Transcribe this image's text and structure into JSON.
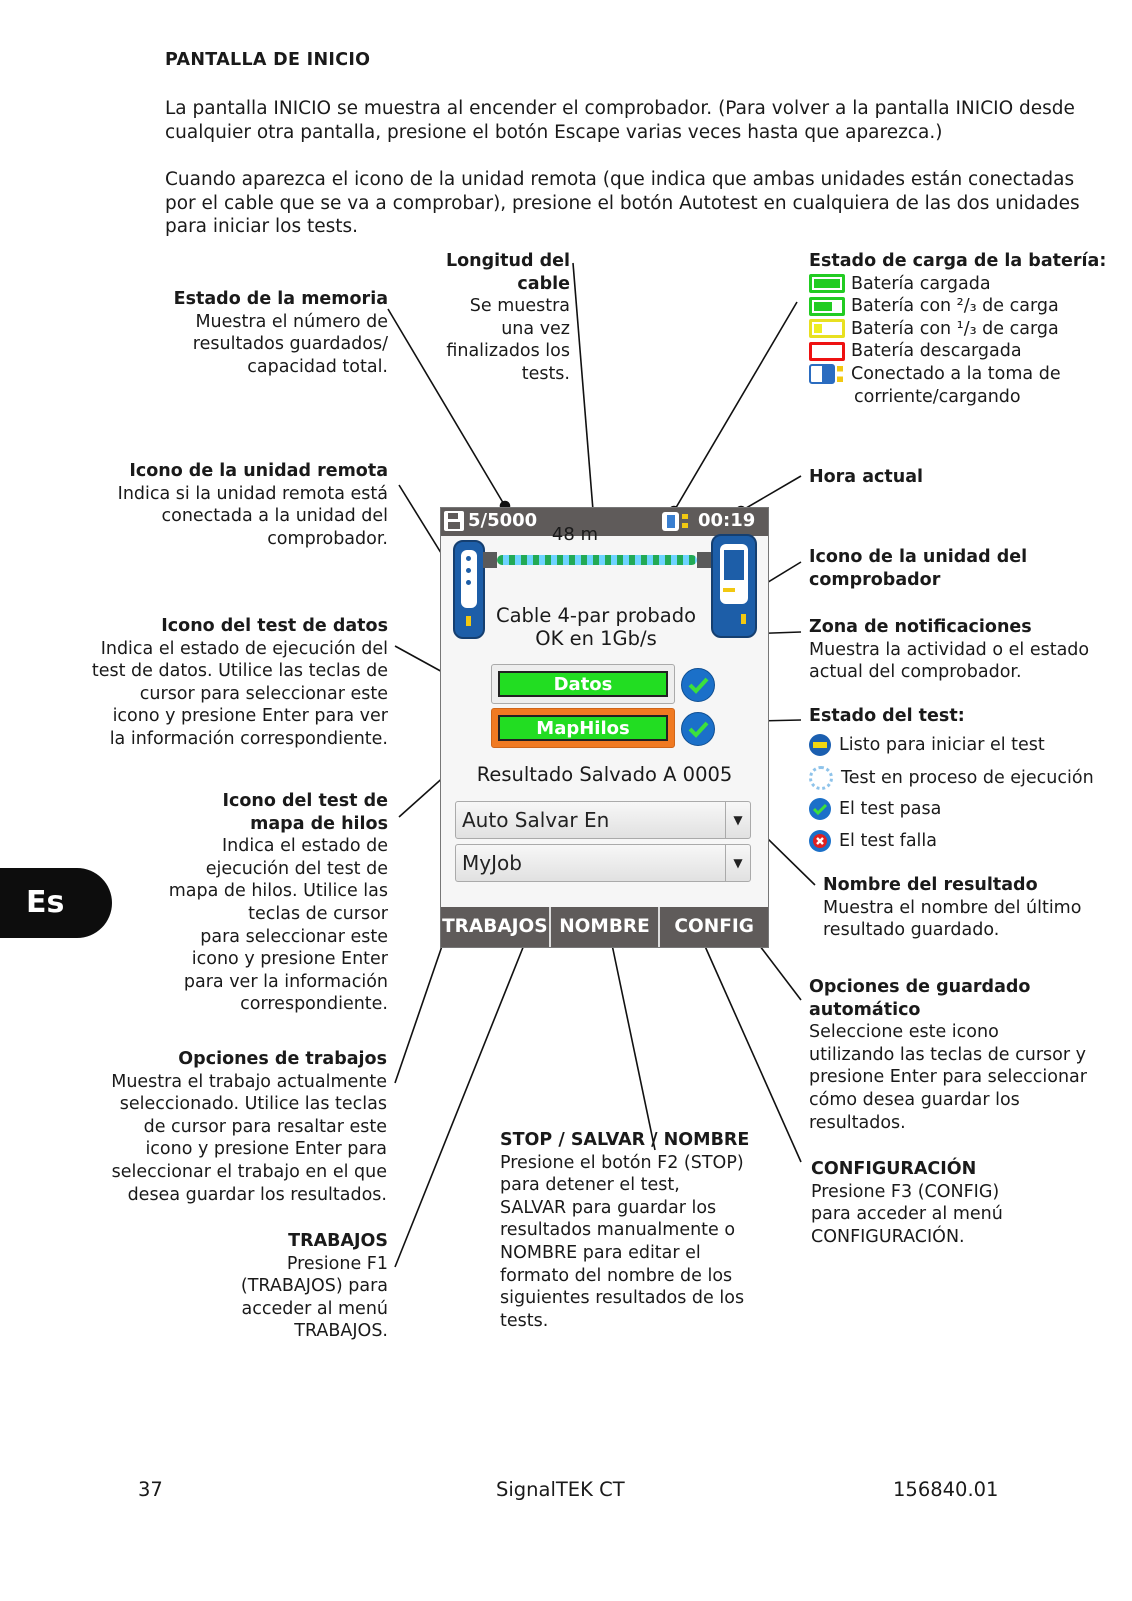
{
  "heading": "PANTALLA DE INICIO",
  "intro1": "La pantalla INICIO se muestra al encender el comprobador. (Para volver a la pantalla INICIO desde cualquier otra pantalla, presione el botón Escape varias veces hasta que aparezca.)",
  "intro2": "Cuando aparezca el icono de la unidad remota (que indica que ambas unidades están conectadas por el cable que se va a comprobar), presione el botón Autotest en cualquiera de las dos unidades para iniciar los tests.",
  "side_tab": "Es",
  "device": {
    "memory": "5/5000",
    "time": "00:19",
    "length": "48 m",
    "notice_line1": "Cable 4-par probado",
    "notice_line2": "OK en 1Gb/s",
    "btn_data": "Datos",
    "btn_wiremap": "MapHilos",
    "saved_result": "Resultado Salvado A 0005",
    "select_autosave": "Auto Salvar En",
    "select_job": "MyJob",
    "f1": "TRABAJOS",
    "f2": "NOMBRE",
    "f3": "CONFIG"
  },
  "callouts": {
    "memory_title": "Estado de la memoria",
    "memory_body": [
      "Muestra el número de",
      "resultados guardados/",
      "capacidad total."
    ],
    "length_title": [
      "Longitud del",
      "cable"
    ],
    "length_body": [
      "Se muestra",
      "una vez",
      "finalizados los",
      "tests."
    ],
    "battery_title": "Estado de carga de la batería:",
    "battery_items": [
      "Batería cargada",
      "Batería con ²/₃ de carga",
      "Batería con ¹/₃ de carga",
      "Batería descargada",
      "Conectado a la toma de",
      "corriente/cargando"
    ],
    "battery_colors": [
      "#22cc22",
      "#22cc22",
      "#eeee22",
      "#ee1111"
    ],
    "remote_title": "Icono de la unidad remota",
    "remote_body": [
      "Indica si la unidad remota está",
      "conectada a la unidad del",
      "comprobador."
    ],
    "time_title": "Hora actual",
    "tester_title": [
      "Icono de la unidad del",
      "comprobador"
    ],
    "data_title": "Icono del test de datos",
    "data_body": [
      "Indica el estado de ejecución del",
      "test de datos. Utilice las teclas de",
      "cursor para seleccionar este",
      "icono y presione Enter para ver",
      "la información correspondiente."
    ],
    "notify_title": "Zona de notificaciones",
    "notify_body": [
      "Muestra la actividad o el estado",
      "actual del comprobador."
    ],
    "status_title": "Estado del test:",
    "status_items": [
      "Listo para iniciar el test",
      "Test en proceso de ejecución",
      "El test pasa",
      "El test falla"
    ],
    "wiremap_title": [
      "Icono del test de",
      "mapa de hilos"
    ],
    "wiremap_body": [
      "Indica el estado de",
      "ejecución del test de",
      "mapa de hilos. Utilice las",
      "teclas de cursor",
      "para seleccionar este",
      "icono y presione Enter",
      "para ver la información",
      "correspondiente."
    ],
    "resname_title": "Nombre del resultado",
    "resname_body": [
      "Muestra el nombre del último",
      "resultado guardado."
    ],
    "autosave_title": [
      "Opciones de guardado",
      "automático"
    ],
    "autosave_body": [
      "Seleccione este icono",
      "utilizando las teclas de cursor y",
      "presione Enter para seleccionar",
      "cómo desea guardar los",
      "resultados."
    ],
    "jobs_opt_title": "Opciones de trabajos",
    "jobs_opt_body": [
      "Muestra el trabajo actualmente",
      "seleccionado. Utilice las teclas",
      "de cursor para resaltar este",
      "icono y presione Enter para",
      "seleccionar el trabajo en el que",
      "desea guardar los resultados."
    ],
    "stop_title": "STOP / SALVAR / NOMBRE",
    "stop_body": [
      "Presione el botón F2 (STOP)",
      "para detener el test,",
      "SALVAR para guardar los",
      "resultados manualmente o",
      "NOMBRE para editar el",
      "formato del nombre de los",
      "siguientes resultados de los",
      "tests."
    ],
    "config_title": "CONFIGURACIÓN",
    "config_body": [
      "Presione F3 (CONFIG)",
      "para acceder al menú",
      "CONFIGURACIÓN."
    ],
    "jobs_title": "TRABAJOS",
    "jobs_body": [
      "Presione F1",
      "(TRABAJOS) para",
      "acceder al menú",
      "TRABAJOS."
    ]
  },
  "footer": {
    "page": "37",
    "product": "SignalTEK CT",
    "code": "156840.01"
  }
}
